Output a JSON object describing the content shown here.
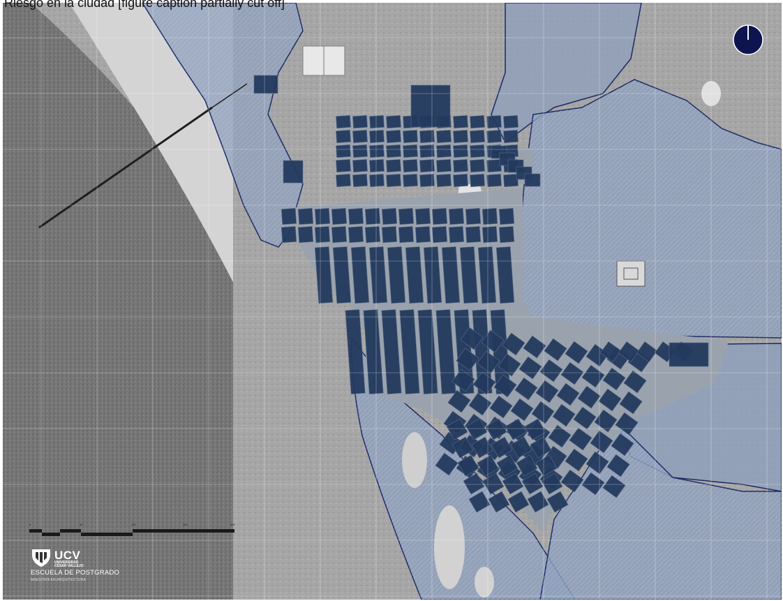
{
  "header": {
    "text": "Riesgo en la ciudad [figure caption partially cut off]"
  },
  "map": {
    "base": "grayscale aerial photograph of coastal town",
    "colors": {
      "ocean": "#7a7a7a",
      "beach": "#cfcfcf",
      "land": "#a9a9a9",
      "hazard_zone": "#8fa0bd",
      "hazard_outline": "#1c2a66",
      "urban_blocks": "#233a5e",
      "streets": "#9aa3ad",
      "grid": "#ffffff"
    },
    "layers": [
      "hazard-zone-hatched",
      "urban-blocks",
      "coordinate-grid",
      "pier"
    ]
  },
  "north_arrow": {
    "icon": "north-arrow-icon",
    "fill": "#0d1450"
  },
  "scale_bar": {
    "ticks": [
      "0",
      "50",
      "100",
      "250",
      "500"
    ]
  },
  "logo": {
    "icon": "ucv-shield-icon",
    "name": "UCV",
    "university_line1": "UNIVERSIDAD",
    "university_line2": "CÉSAR VALLEJO",
    "school": "ESCUELA DE POSTGRADO",
    "program": "MAESTRÍA EN ARQUITECTURA"
  }
}
